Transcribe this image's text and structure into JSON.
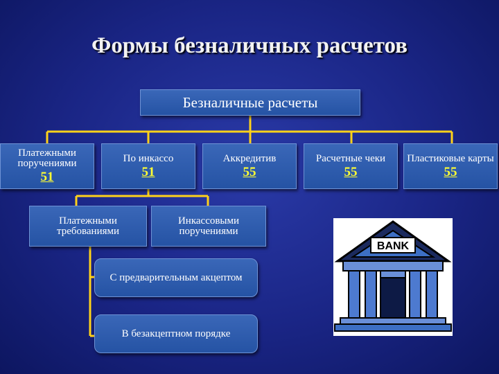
{
  "slide": {
    "title": "Формы безналичных расчетов",
    "root": "Безналичные расчеты",
    "nodes": [
      {
        "label": "Платежными поручениями",
        "number": "51"
      },
      {
        "label": "По инкассо",
        "number": "51"
      },
      {
        "label": "Аккредитив",
        "number": "55"
      },
      {
        "label": "Расчетные чеки",
        "number": "55"
      },
      {
        "label": "Пластиковые карты",
        "number": "55"
      }
    ],
    "incasso_children": [
      {
        "label": "Платежными требованиями"
      },
      {
        "label": "Инкассовыми поручениями"
      }
    ],
    "acceptance_children": [
      {
        "label": "С предварительным акцептом"
      },
      {
        "label": "В безакцептном порядке"
      }
    ],
    "bank_sign": "BANK"
  },
  "colors": {
    "connector": "#ffd21a",
    "number": "#ffff33",
    "box": "#2f5db0",
    "background": "#1a2585"
  }
}
